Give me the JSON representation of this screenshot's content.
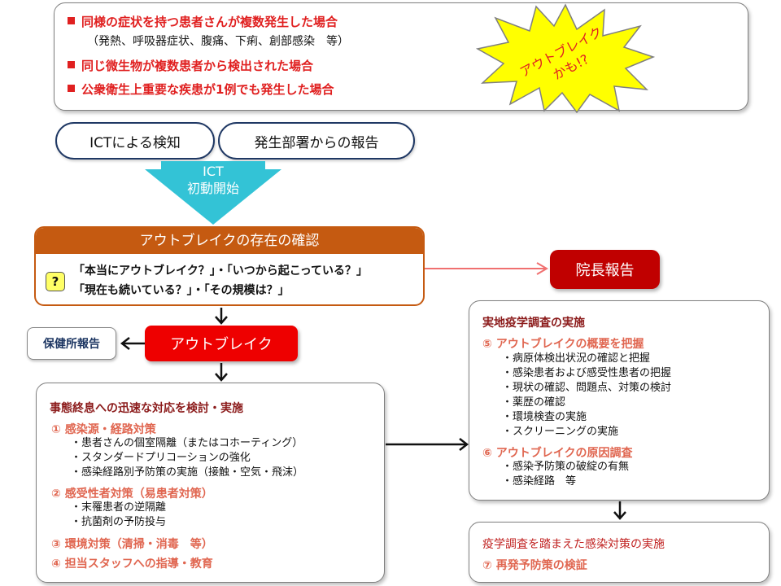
{
  "criteria": {
    "items": [
      "同様の症状を持つ患者さんが複数発生した場合",
      "同じ微生物が複数患者から検出された場合",
      "公衆衛生上重要な疾患が1例でも発生した場合"
    ],
    "note": "（発熱、呼吸器症状、腹痛、下痢、創部感染　等）"
  },
  "burst": {
    "line1": "アウトブレイク",
    "line2": "かも!?",
    "color": "#ffff00"
  },
  "detect": {
    "ict": "ICTによる検知",
    "report": "発生部署からの報告"
  },
  "funnel": {
    "line1": "ICT",
    "line2": "初動開始",
    "color": "#33c3d6"
  },
  "confirm": {
    "title": "アウトブレイクの存在の確認",
    "icon": "?",
    "line1": "「本当にアウトブレイク？」・「いつから起こっている？」",
    "line2": "「現在も続いている？」・「その規模は？」",
    "color": "#c55a11"
  },
  "director": {
    "label": "院長報告",
    "color": "#c00000"
  },
  "health_center": {
    "label": "保健所報告"
  },
  "outbreak": {
    "label": "アウトブレイク",
    "color": "#ee0000"
  },
  "response": {
    "title": "事態終息への迅速な対応を検討・実施",
    "s1": "① 感染源・経路対策",
    "s1_items": [
      "・患者さんの個室隔離（またはコホーティング）",
      "・スタンダードプリコーションの強化",
      "・感染経路別予防策の実施（接触・空気・飛沫）"
    ],
    "s2": "② 感受性者対策（易患者対策）",
    "s2_items": [
      "・末罹患者の逆隔離",
      "・抗菌剤の予防投与"
    ],
    "s3": "③ 環境対策（清掃・消毒　等）",
    "s4": "④ 担当スタッフへの指導・教育"
  },
  "survey": {
    "title": "実地疫学調査の実施",
    "s5": "⑤ アウトブレイクの概要を把握",
    "s5_items": [
      "・病原体検出状況の確認と把握",
      "・感染患者および感受性患者の把握",
      "・現状の確認、問題点、対策の検討",
      "・薬歴の確認",
      "・環境検査の実施",
      "・スクリーニングの実施"
    ],
    "s6": "⑥ アウトブレイクの原因調査",
    "s6_items": [
      "・感染予防策の破綻の有無",
      "・感染経路　等"
    ]
  },
  "measures": {
    "title": "疫学調査を踏まえた感染対策の実施",
    "s7": "⑦ 再発予防策の検証"
  }
}
